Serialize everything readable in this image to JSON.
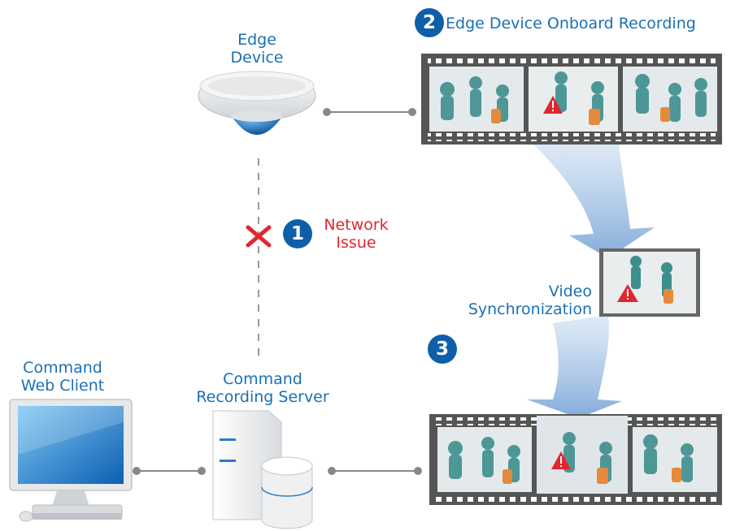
{
  "labels": {
    "edge_device": [
      "Edge",
      "Device"
    ],
    "edge_recording": "Edge Device Onboard Recording",
    "network_issue": [
      "Network",
      "Issue"
    ],
    "video_sync": [
      "Video",
      "Synchronization"
    ],
    "web_client": [
      "Command",
      "Web Client"
    ],
    "recording_server": [
      "Command",
      "Recording Server"
    ]
  },
  "steps": [
    "1",
    "2",
    "3"
  ],
  "colors": {
    "brand_blue": "#1a6fb5",
    "badge_blue": "#0f5fa8",
    "alert_red": "#e0262e",
    "connector_gray": "#888888",
    "film_dark": "#555555"
  },
  "icons": [
    "dome-camera-icon",
    "network-error-x-icon",
    "film-strip-icon",
    "warning-triangle-icon",
    "monitor-icon",
    "server-icon",
    "database-icon",
    "sync-arrow-icon"
  ]
}
